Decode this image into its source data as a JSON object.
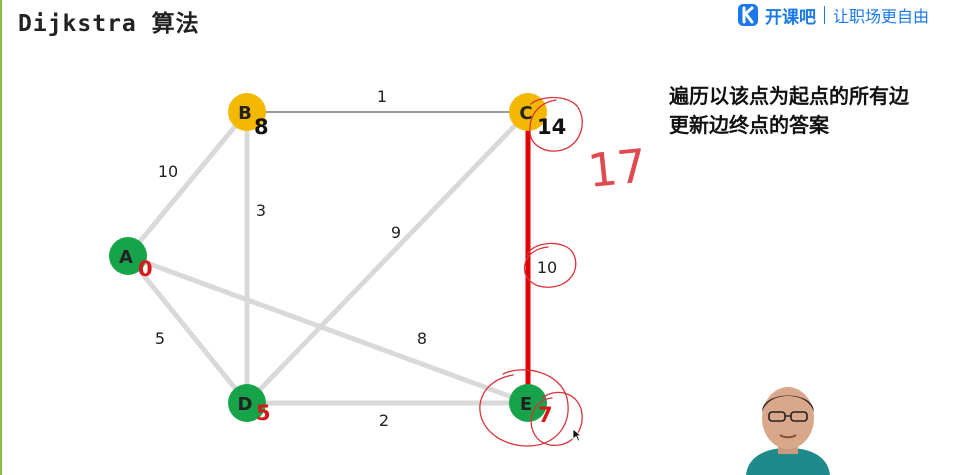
{
  "title": "Dijkstra 算法",
  "brand": {
    "name": "开课吧",
    "slogan": "让职场更自由",
    "color": "#1a78e8"
  },
  "note": {
    "line1": "遍历以该点为起点的所有边",
    "line2": "更新边终点的答案"
  },
  "graph": {
    "nodes": [
      {
        "id": "A",
        "dist": "0",
        "status": "visited",
        "color": "#17a34a"
      },
      {
        "id": "B",
        "dist": "8",
        "status": "frontier",
        "color": "#f5b800"
      },
      {
        "id": "C",
        "dist": "14",
        "status": "frontier",
        "color": "#f5b800"
      },
      {
        "id": "D",
        "dist": "5",
        "status": "visited",
        "color": "#17a34a"
      },
      {
        "id": "E",
        "dist": "7",
        "status": "visited",
        "color": "#17a34a"
      }
    ],
    "edges": [
      {
        "from": "A",
        "to": "B",
        "weight": "10"
      },
      {
        "from": "B",
        "to": "C",
        "weight": "1"
      },
      {
        "from": "B",
        "to": "D",
        "weight": "3"
      },
      {
        "from": "C",
        "to": "D",
        "weight": "9"
      },
      {
        "from": "C",
        "to": "E",
        "weight": "10",
        "highlight": true
      },
      {
        "from": "A",
        "to": "D",
        "weight": "5"
      },
      {
        "from": "A",
        "to": "E",
        "weight": "8"
      },
      {
        "from": "D",
        "to": "E",
        "weight": "2"
      }
    ],
    "colors": {
      "edge": "#d9d9d9",
      "edge_thin": "#9a9a9a",
      "highlight": "#e00000",
      "annotation": "#d8343a"
    }
  },
  "annotation": {
    "handwritten": "17"
  }
}
